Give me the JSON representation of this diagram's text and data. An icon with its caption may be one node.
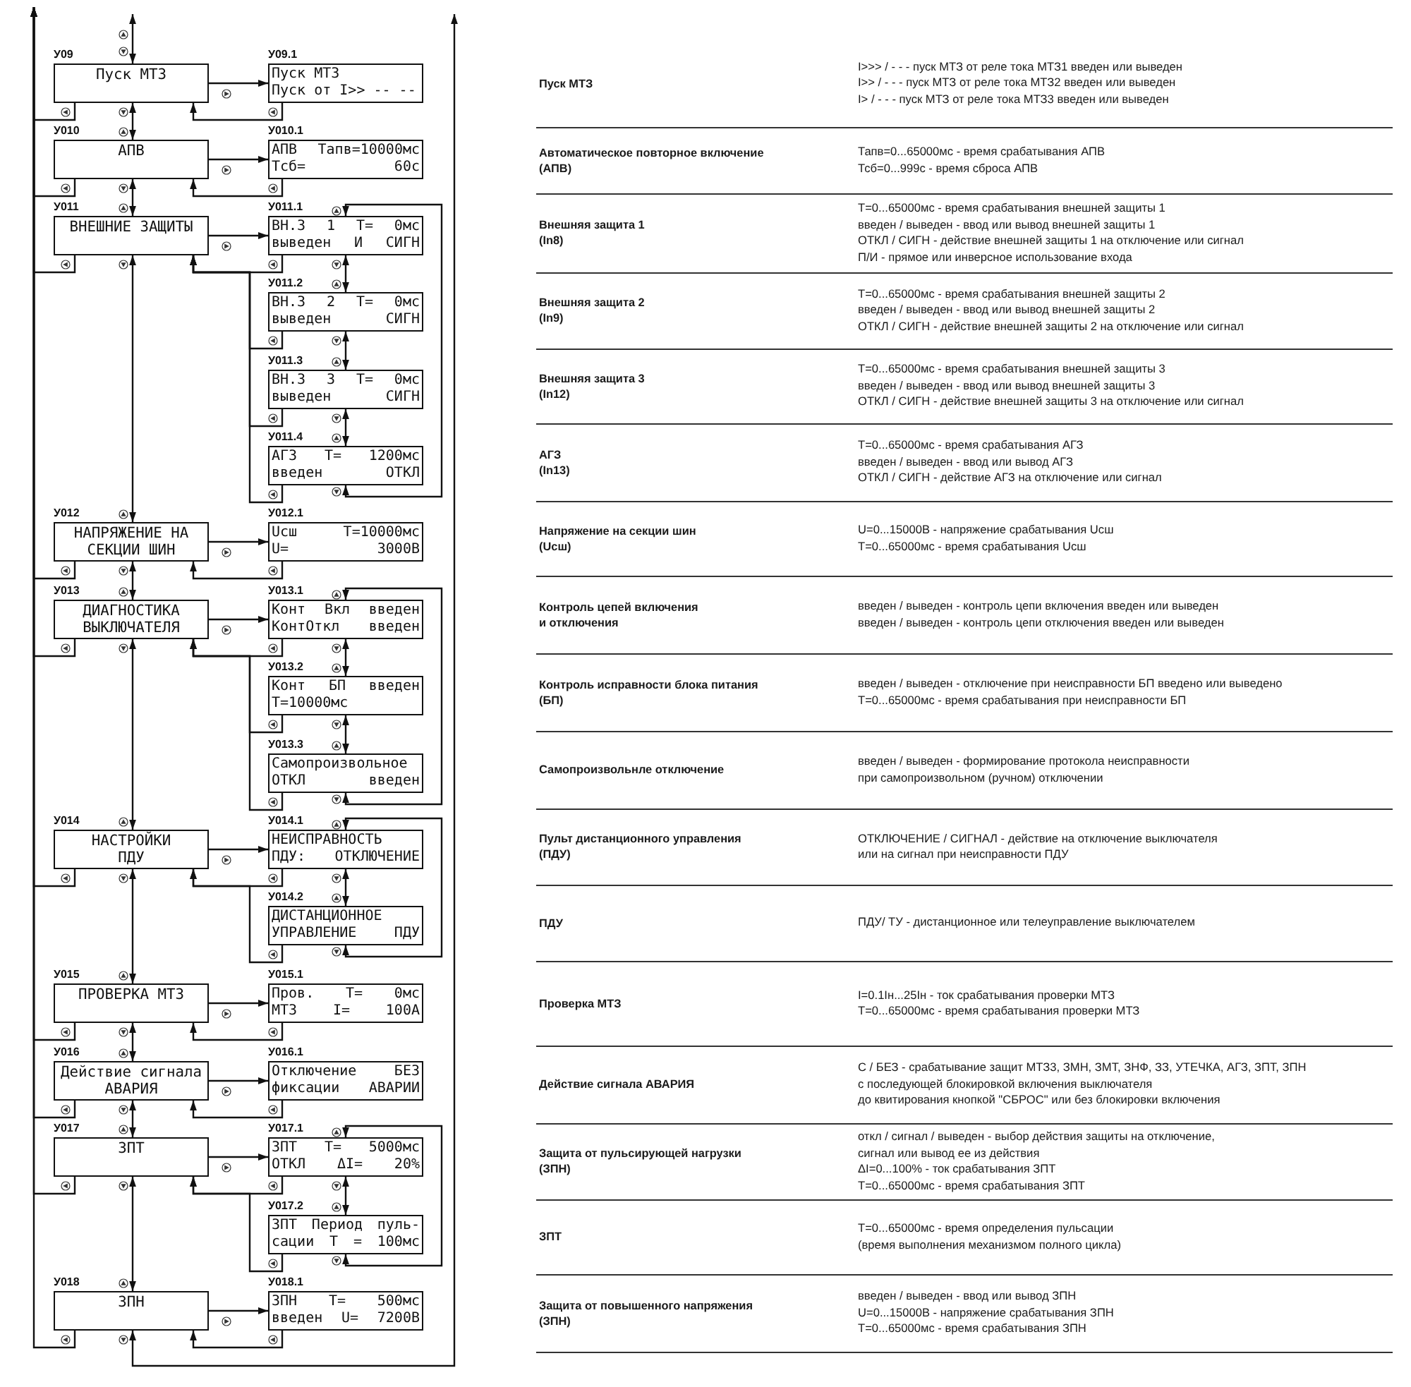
{
  "diagram": {
    "nodes": [
      {
        "text": [
          "У09",
          "Пуск МТЗ"
        ]
      },
      {
        "text": [
          "У09.1",
          "Пуск МТЗ Пуск от I>> -- --"
        ]
      },
      {
        "text": [
          "У010",
          "АПВ"
        ]
      },
      {
        "text": [
          "У010.1",
          "АПВ Тапв=10000мс Тсб= 60с"
        ]
      },
      {
        "text": [
          "У011",
          "ВНЕШНИЕ ЗАЩИТЫ"
        ]
      },
      {
        "text": [
          "У011.1",
          "ВН.З 1 Т= 0мс выведен И СИГН"
        ]
      },
      {
        "text": [
          "У011.2",
          "ВН.З 2 Т= 0мс выведен СИГН"
        ]
      },
      {
        "text": [
          "У011.3",
          "ВН.З 3 Т= 0мс выведен СИГН"
        ]
      },
      {
        "text": [
          "У011.4",
          "АГЗ Т= 1200мс введен ОТКЛ"
        ]
      },
      {
        "text": [
          "У012",
          "НАПРЯЖЕНИЕ НА СЕКЦИИ ШИН"
        ]
      },
      {
        "text": [
          "У012.1",
          "Uсш Т=10000мс U= 3000В"
        ]
      },
      {
        "text": [
          "У013",
          "ДИАГНОСТИКА ВЫКЛЮЧАТЕЛЯ"
        ]
      },
      {
        "text": [
          "У013.1",
          "Конт Вкл введен КонтОткл введен"
        ]
      },
      {
        "text": [
          "У013.2",
          "Конт БП введен Т=10000мс"
        ]
      },
      {
        "text": [
          "У013.3",
          "Самопроизвольное ОТКЛ введен"
        ]
      },
      {
        "text": [
          "У014",
          "НАСТРОЙКИ ПДУ"
        ]
      },
      {
        "text": [
          "У014.1",
          "НЕИСПРАВНОСТЬ ПДУ: ОТКЛЮЧЕНИЕ"
        ]
      },
      {
        "text": [
          "У014.2",
          "ДИСТАНЦИОННОЕ УПРАВЛЕНИЕ ПДУ"
        ]
      },
      {
        "text": [
          "У015",
          "ПРОВЕРКА МТЗ"
        ]
      },
      {
        "text": [
          "У015.1",
          "Пров. Т= 0мс МТЗ I= 100А"
        ]
      },
      {
        "text": [
          "У016",
          "Действие сигнала АВАРИЯ"
        ]
      },
      {
        "text": [
          "У016.1",
          "Отключение БЕЗ фиксации АВАРИИ"
        ]
      },
      {
        "text": [
          "У017",
          "ЗПТ"
        ]
      },
      {
        "text": [
          "У017.1",
          "ЗПТ Т= 5000мс ОТКЛ ΔI= 20%"
        ]
      },
      {
        "text": [
          "У017.2",
          "ЗПТ Период пуль- сации Т = 100мс"
        ]
      },
      {
        "text": [
          "У018",
          "ЗПН"
        ]
      },
      {
        "text": [
          "У018.1",
          "ЗПН Т= 500мс введен U= 7200В"
        ]
      }
    ],
    "edges": [
      {
        "from": null,
        "to": 0,
        "arrow": "both"
      },
      {
        "from": 0,
        "to": 1,
        "arrow": "to"
      },
      {
        "from": 1,
        "to": 0,
        "arrow": "to"
      },
      {
        "from": 0,
        "to": 2,
        "arrow": "both"
      },
      {
        "from": 0,
        "to": null,
        "arrow": "to"
      },
      {
        "from": 2,
        "to": 3,
        "arrow": "to"
      },
      {
        "from": 3,
        "to": 2,
        "arrow": "to"
      },
      {
        "from": 2,
        "to": 4,
        "arrow": "both"
      },
      {
        "from": 2,
        "to": null,
        "arrow": "to"
      },
      {
        "from": 4,
        "to": 5,
        "arrow": "to"
      },
      {
        "from": 5,
        "to": 4,
        "arrow": "to"
      },
      {
        "from": 6,
        "to": 4,
        "arrow": "to"
      },
      {
        "from": 7,
        "to": 4,
        "arrow": "to"
      },
      {
        "from": 8,
        "to": 4,
        "arrow": "to"
      },
      {
        "from": 5,
        "to": 6,
        "arrow": "both"
      },
      {
        "from": 6,
        "to": 7,
        "arrow": "both"
      },
      {
        "from": 7,
        "to": 8,
        "arrow": "both"
      },
      {
        "from": 8,
        "to": 5,
        "arrow": "both"
      },
      {
        "from": 4,
        "to": 9,
        "arrow": "both"
      },
      {
        "from": 4,
        "to": null,
        "arrow": "to"
      },
      {
        "from": 9,
        "to": 10,
        "arrow": "to"
      },
      {
        "from": 10,
        "to": 9,
        "arrow": "to"
      },
      {
        "from": 9,
        "to": 11,
        "arrow": "both"
      },
      {
        "from": 9,
        "to": null,
        "arrow": "to"
      },
      {
        "from": 11,
        "to": 12,
        "arrow": "to"
      },
      {
        "from": 12,
        "to": 11,
        "arrow": "to"
      },
      {
        "from": 13,
        "to": 11,
        "arrow": "to"
      },
      {
        "from": 14,
        "to": 11,
        "arrow": "to"
      },
      {
        "from": 12,
        "to": 13,
        "arrow": "both"
      },
      {
        "from": 13,
        "to": 14,
        "arrow": "both"
      },
      {
        "from": 14,
        "to": 12,
        "arrow": "both"
      },
      {
        "from": 11,
        "to": 15,
        "arrow": "both"
      },
      {
        "from": 11,
        "to": null,
        "arrow": "to"
      },
      {
        "from": 15,
        "to": 16,
        "arrow": "to"
      },
      {
        "from": 16,
        "to": 15,
        "arrow": "to"
      },
      {
        "from": 17,
        "to": 15,
        "arrow": "to"
      },
      {
        "from": 16,
        "to": 17,
        "arrow": "both"
      },
      {
        "from": 17,
        "to": 16,
        "arrow": "both"
      },
      {
        "from": 15,
        "to": 18,
        "arrow": "both"
      },
      {
        "from": 15,
        "to": null,
        "arrow": "to"
      },
      {
        "from": 18,
        "to": 19,
        "arrow": "to"
      },
      {
        "from": 19,
        "to": 18,
        "arrow": "to"
      },
      {
        "from": 18,
        "to": 20,
        "arrow": "both"
      },
      {
        "from": 18,
        "to": null,
        "arrow": "to"
      },
      {
        "from": 20,
        "to": 21,
        "arrow": "to"
      },
      {
        "from": 21,
        "to": 20,
        "arrow": "to"
      },
      {
        "from": 20,
        "to": 22,
        "arrow": "both"
      },
      {
        "from": 20,
        "to": null,
        "arrow": "to"
      },
      {
        "from": 22,
        "to": 23,
        "arrow": "to"
      },
      {
        "from": 23,
        "to": 22,
        "arrow": "to"
      },
      {
        "from": 24,
        "to": 22,
        "arrow": "to"
      },
      {
        "from": 23,
        "to": 24,
        "arrow": "both"
      },
      {
        "from": 24,
        "to": 23,
        "arrow": "both"
      },
      {
        "from": 22,
        "to": 25,
        "arrow": "both"
      },
      {
        "from": 22,
        "to": null,
        "arrow": "to"
      },
      {
        "from": 25,
        "to": 26,
        "arrow": "to"
      },
      {
        "from": 26,
        "to": 25,
        "arrow": "to"
      },
      {
        "from": 25,
        "to": null,
        "arrow": "to"
      },
      {
        "from": 25,
        "to": null,
        "arrow": "both"
      }
    ],
    "labels": [
      "Пуск МТЗ",
      "I>>> / - - - пуск МТЗ от реле тока МТЗ1 введен или выведен",
      "I>> / - - - пуск МТЗ от реле тока МТЗ2 введен или выведен",
      "I> / - - - пуск МТЗ от реле тока МТЗ3 введен или выведен",
      "Автоматическое повторное включение (АПВ)",
      "Тапв=0...65000мс - время срабатывания АПВ",
      "Тсб=0...999с - время сброса АПВ",
      "Внешняя защита 1 (In8)",
      "Т=0...65000мс - время срабатывания внешней защиты 1",
      "введен / выведен - ввод или вывод внешней защиты 1",
      "ОТКЛ / СИГН - действие внешней защиты 1 на отключение или сигнал",
      "П/И - прямое или инверсное использование входа",
      "Внешняя защита 2 (In9)",
      "Т=0...65000мс - время срабатывания внешней защиты 2",
      "введен / выведен - ввод или вывод внешней защиты 2",
      "ОТКЛ / СИГН - действие внешней защиты 2 на отключение или сигнал",
      "Внешняя защита 3 (In12)",
      "Т=0...65000мс - время срабатывания внешней защиты 3",
      "введен / выведен - ввод или вывод внешней защиты 3",
      "ОТКЛ / СИГН - действие внешней защиты 3 на отключение или сигнал",
      "АГЗ (In13)",
      "Т=0...65000мс - время срабатывания АГЗ",
      "введен / выведен - ввод или вывод АГЗ",
      "ОТКЛ / СИГН - действие АГЗ на отключение или сигнал",
      "Напряжение на секции шин (Uсш)",
      "U=0...15000В - напряжение срабатывания Uсш",
      "Т=0...65000мс - время срабатывания Uсш",
      "Контроль цепей включения и отключения",
      "введен / выведен - контроль цепи включения введен или выведен",
      "введен / выведен - контроль цепи отключения введен или выведен",
      "Контроль исправности блока питания (БП)",
      "введен / выведен - отключение при неисправности БП введено или выведено",
      "Т=0...65000мс - время срабатывания при неисправности БП",
      "Самопроизвольнле отключение",
      "введен / выведен - формирование протокола неисправности при самопроизвольном (ручном) отключении",
      "Пульт дистанционного управления (ПДУ)",
      "ОТКЛЮЧЕНИЕ / СИГНАЛ - действие на отключение выключателя или на сигнал при неисправности ПДУ",
      "ПДУ",
      "ПДУ/ ТУ - дистанционное или телеуправление выключателем",
      "Проверка МТЗ",
      "I=0.1Iн...25Iн - ток срабатывания проверки МТЗ",
      "Т=0...65000мс - время срабатывания проверки МТЗ",
      "Действие сигнала АВАРИЯ",
      "С / БЕЗ - срабатывание защит МТЗ3, ЗМН, ЗМТ, ЗНФ, ЗЗ, УТЕЧКА, АГЗ, ЗПТ, ЗПН с последующей блокировкой включения выключателя до квитирования кнопкой \"СБРОС\" или без блокировки включения",
      "Защита от пульсирующей нагрузки (ЗПН)",
      "откл / сигнал / выведен - выбор действия защиты на отключение, сигнал или вывод ее из действия",
      "ΔI=0...100% - ток срабатывания ЗПТ",
      "Т=0...65000мс - время срабатывания ЗПТ",
      "ЗПТ",
      "Т=0...65000мс - время определения пульсации (время выполнения механизмом полного цикла)",
      "Защита от повышенного напряжения (ЗПН)",
      "введен / выведен - ввод или вывод ЗПН",
      "U=0...15000В - напряжение срабатывания ЗПН",
      "Т=0...65000мс - время срабатывания ЗПН"
    ]
  }
}
